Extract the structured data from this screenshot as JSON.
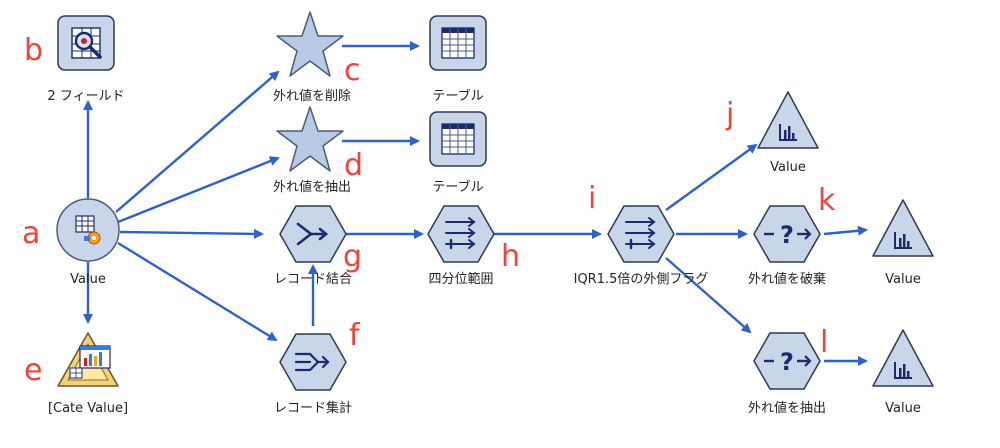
{
  "colors": {
    "arrow": "#2f62c8",
    "letter": "#e8473a",
    "node_fill": "#c9d6ea",
    "node_stroke": "#2b3a55",
    "icon_dark": "#1d2a6b"
  },
  "nodes": {
    "a": {
      "label": "Value",
      "letter": "a",
      "icon": "data-source-circle-icon"
    },
    "b": {
      "label": "2 フィールド",
      "letter": "b",
      "icon": "data-audit-icon"
    },
    "c": {
      "label": "外れ値を削除",
      "letter": "c",
      "icon": "star-icon"
    },
    "c_out": {
      "label": "テーブル",
      "icon": "table-icon"
    },
    "d": {
      "label": "外れ値を抽出",
      "letter": "d",
      "icon": "star-icon"
    },
    "d_out": {
      "label": "テーブル",
      "icon": "table-icon"
    },
    "e": {
      "label": "[Cate Value]",
      "letter": "e",
      "icon": "model-nugget-icon"
    },
    "f": {
      "label": "レコード集計",
      "letter": "f",
      "icon": "aggregate-hex-icon"
    },
    "g": {
      "label": "レコード結合",
      "letter": "g",
      "icon": "merge-hex-icon"
    },
    "h": {
      "label": "四分位範囲",
      "letter": "h",
      "icon": "derive-hex-icon"
    },
    "i": {
      "label": "IQR1.5倍の外側フラグ",
      "letter": "i",
      "icon": "derive-hex-icon"
    },
    "j": {
      "label": "Value",
      "letter": "j",
      "icon": "graph-triangle-icon"
    },
    "k": {
      "label": "外れ値を破棄",
      "letter": "k",
      "icon": "select-hex-icon"
    },
    "k_out": {
      "label": "Value",
      "icon": "graph-triangle-icon"
    },
    "l": {
      "label": "外れ値を抽出",
      "letter": "l",
      "icon": "select-hex-icon"
    },
    "l_out": {
      "label": "Value",
      "icon": "graph-triangle-icon"
    }
  }
}
